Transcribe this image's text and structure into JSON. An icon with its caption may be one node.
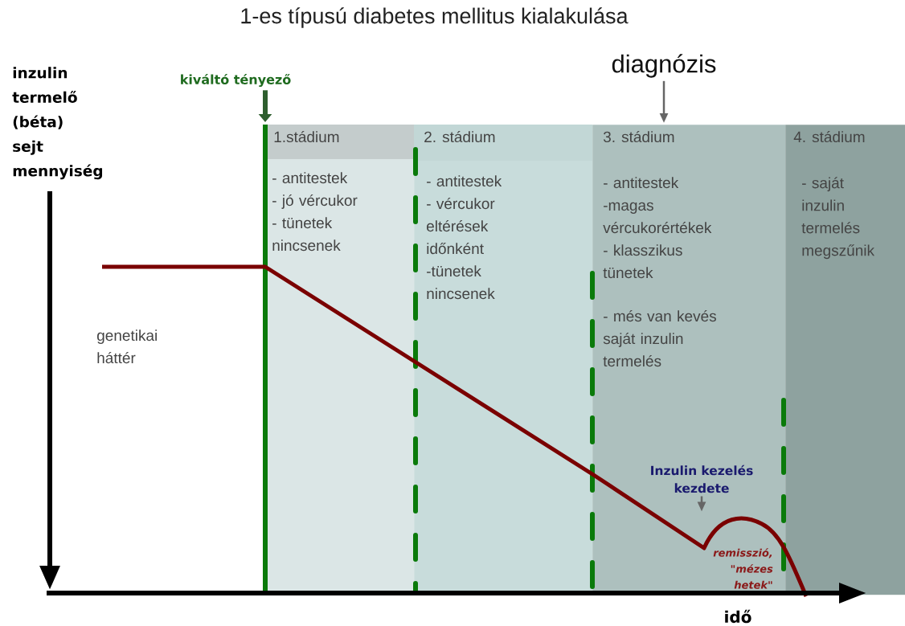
{
  "diagram": {
    "title": "1-es típusú diabetes mellitus kialakulása",
    "nodes": [
      {
        "text": [
          "1.stádium",
          "- antitestek",
          "- jó vércukor",
          "- tünetek nincsenek"
        ]
      },
      {
        "text": [
          "2. stádium",
          "- antitestek",
          "- vércukor eltérések időnként",
          "-tünetek nincsenek"
        ]
      },
      {
        "text": [
          "3. stádium",
          "- antitestek",
          "-magas vércukorértékek",
          "- klasszikus tünetek",
          "- més van kevés saját inzulin termelés"
        ]
      },
      {
        "text": [
          "4. stádium",
          "- saját inzulin termelés megszűnik"
        ]
      },
      {
        "text": [
          "kiváltó tényező"
        ]
      },
      {
        "text": [
          "diagnózis"
        ]
      },
      {
        "text": [
          "Inzulin kezelés kezdete"
        ],
        "in": 2
      }
    ],
    "edges": [
      {
        "from": 4,
        "to": 0,
        "arrow": "to",
        "style": "thick",
        "color": "#2e5e2e"
      },
      {
        "from": 5,
        "to": 2,
        "arrow": "to"
      },
      {
        "from": 6,
        "to": null,
        "arrow": "to"
      }
    ],
    "labels": [
      "inzulin termelő (béta) sejt mennyiség",
      "genetikai háttér",
      "remisszió, \"mézes hetek\"",
      "idő"
    ]
  }
}
